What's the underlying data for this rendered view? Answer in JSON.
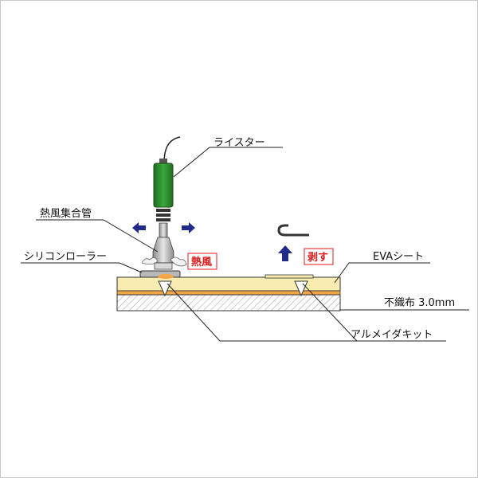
{
  "labels": {
    "leister": "ライスター",
    "nozzle": "熱風集合管",
    "roller": "シリコンローラー",
    "hot_air": "熱風",
    "peel": "剥す",
    "eva_sheet": "EVAシート",
    "nonwoven": "不織布 3.0mm",
    "alumeida_kit": "アルメイダキット"
  },
  "colors": {
    "gun_body": "#2e8b2e",
    "eva_layer": "#f8ecb0",
    "orange_layer": "#f4a646",
    "arrow_blue": "#1f2a8a",
    "label_red": "#e01818"
  },
  "icons": {
    "left_arrow": "arrow-left-icon",
    "right_arrow": "arrow-right-icon",
    "up_arrow": "arrow-up-icon",
    "peel_hook": "hook-icon"
  }
}
